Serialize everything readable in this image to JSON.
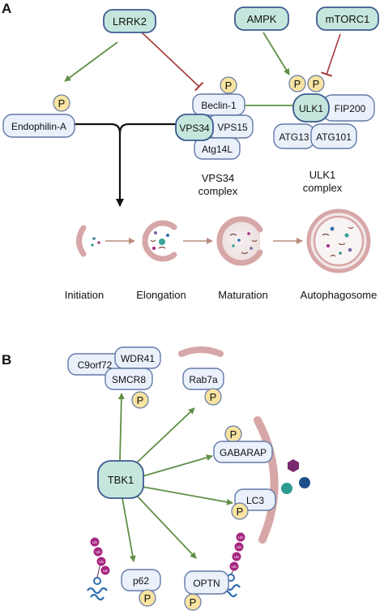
{
  "panel_a": {
    "letter": "A",
    "lrrk2": "LRRK2",
    "ampk": "AMPK",
    "mtorc1": "mTORC1",
    "endophilin": "Endophilin-A",
    "beclin1": "Beclin-1",
    "vps34": "VPS34",
    "vps15": "VPS15",
    "atg14l": "Atg14L",
    "ulk1": "ULK1",
    "fip200": "FIP200",
    "atg13": "ATG13",
    "atg101": "ATG101",
    "vps34_complex": [
      "VPS34",
      "complex"
    ],
    "ulk1_complex": [
      "ULK1",
      "complex"
    ],
    "phospho": "P",
    "stages": [
      "Initiation",
      "Elongation",
      "Maturation",
      "Autophagosome"
    ]
  },
  "panel_b": {
    "letter": "B",
    "tbk1": "TBK1",
    "c9orf72": "C9orf72",
    "wdr41": "WDR41",
    "smcr8": "SMCR8",
    "rab7a": "Rab7a",
    "gabarap": "GABARAP",
    "lc3": "LC3",
    "p62": "p62",
    "optn": "OPTN",
    "phospho": "P",
    "ub": "Ub"
  },
  "colors": {
    "teal_fill": "#c5e6dd",
    "blue_fill": "#eaf1fb",
    "node_stroke": "#6279a8",
    "teal_stroke": "#3c5a8e",
    "phospho_fill": "#f8e3a0",
    "activate_arrow": "#5f8f46",
    "inhibit_arrow": "#a63a3a",
    "membrane": "#d7a7a7",
    "ub_purple": "#a6267f",
    "chain_blue": "#2f6db0"
  }
}
